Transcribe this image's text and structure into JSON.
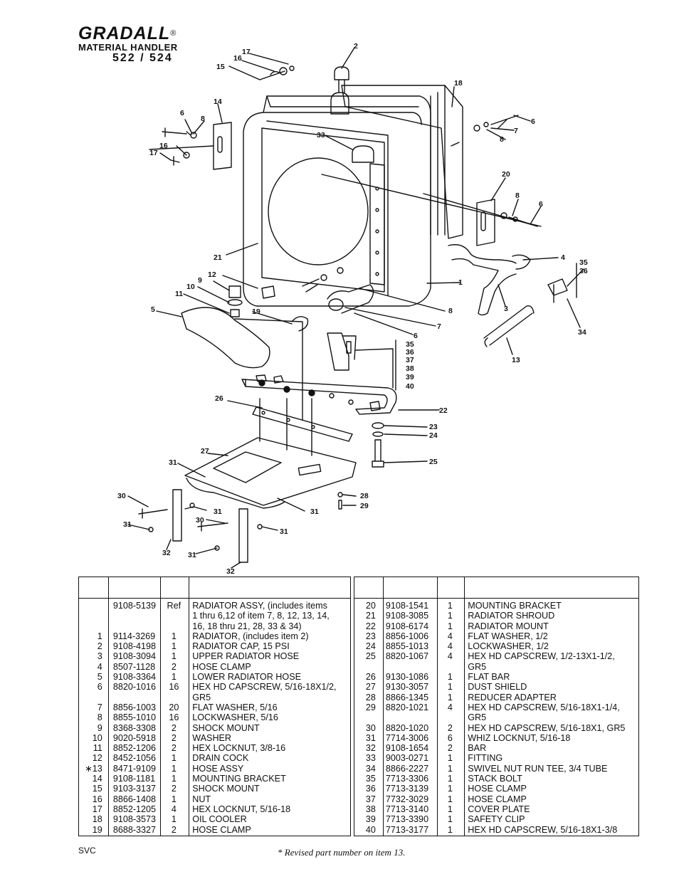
{
  "header": {
    "brand": "GRADALL",
    "registered": "®",
    "line1": "MATERIAL HANDLER",
    "line2": "522 / 524"
  },
  "callouts": [
    "1",
    "2",
    "3",
    "4",
    "5",
    "6",
    "7",
    "8",
    "9",
    "10",
    "11",
    "12",
    "13",
    "14",
    "15",
    "16",
    "17",
    "18",
    "19",
    "20",
    "21",
    "22",
    "23",
    "24",
    "25",
    "26",
    "27",
    "28",
    "29",
    "30",
    "31",
    "32",
    "33",
    "34",
    "35",
    "36",
    "37",
    "38",
    "39",
    "40"
  ],
  "parts_left": [
    {
      "item": "",
      "part": "9108-5139",
      "qty": "Ref",
      "desc": [
        "RADIATOR ASSY, (includes items",
        "1 thru 6,12 of item 7, 8, 12, 13, 14,",
        "16, 18 thru 21, 28, 33 & 34)"
      ]
    },
    {
      "item": "1",
      "part": "9114-3269",
      "qty": "1",
      "desc": [
        "RADIATOR, (includes item 2)"
      ]
    },
    {
      "item": "2",
      "part": "9108-4198",
      "qty": "1",
      "desc": [
        "RADIATOR CAP, 15 PSI"
      ]
    },
    {
      "item": "3",
      "part": "9108-3094",
      "qty": "1",
      "desc": [
        "UPPER RADIATOR HOSE"
      ]
    },
    {
      "item": "4",
      "part": "8507-1128",
      "qty": "2",
      "desc": [
        "HOSE CLAMP"
      ]
    },
    {
      "item": "5",
      "part": "9108-3364",
      "qty": "1",
      "desc": [
        "LOWER RADIATOR HOSE"
      ]
    },
    {
      "item": "6",
      "part": "8820-1016",
      "qty": "16",
      "desc": [
        "HEX HD CAPSCREW, 5/16-18X1/2,",
        "GR5"
      ]
    },
    {
      "item": "7",
      "part": "8856-1003",
      "qty": "20",
      "desc": [
        "FLAT WASHER, 5/16"
      ]
    },
    {
      "item": "8",
      "part": "8855-1010",
      "qty": "16",
      "desc": [
        "LOCKWASHER, 5/16"
      ]
    },
    {
      "item": "9",
      "part": "8368-3308",
      "qty": "2",
      "desc": [
        "SHOCK MOUNT"
      ]
    },
    {
      "item": "10",
      "part": "9020-5918",
      "qty": "2",
      "desc": [
        "WASHER"
      ]
    },
    {
      "item": "11",
      "part": "8852-1206",
      "qty": "2",
      "desc": [
        "HEX LOCKNUT, 3/8-16"
      ]
    },
    {
      "item": "12",
      "part": "8452-1056",
      "qty": "1",
      "desc": [
        "DRAIN COCK"
      ]
    },
    {
      "item": "∗13",
      "part": "8471-9109",
      "qty": "1",
      "desc": [
        "HOSE ASSY"
      ]
    },
    {
      "item": "14",
      "part": "9108-1181",
      "qty": "1",
      "desc": [
        "MOUNTING BRACKET"
      ]
    },
    {
      "item": "15",
      "part": "9103-3137",
      "qty": "2",
      "desc": [
        "SHOCK MOUNT"
      ]
    },
    {
      "item": "16",
      "part": "8866-1408",
      "qty": "1",
      "desc": [
        "NUT"
      ]
    },
    {
      "item": "17",
      "part": "8852-1205",
      "qty": "4",
      "desc": [
        "HEX LOCKNUT, 5/16-18"
      ]
    },
    {
      "item": "18",
      "part": "9108-3573",
      "qty": "1",
      "desc": [
        "OIL COOLER"
      ]
    },
    {
      "item": "19",
      "part": "8688-3327",
      "qty": "2",
      "desc": [
        "HOSE CLAMP"
      ]
    }
  ],
  "parts_right": [
    {
      "item": "20",
      "part": "9108-1541",
      "qty": "1",
      "desc": [
        "MOUNTING BRACKET"
      ]
    },
    {
      "item": "21",
      "part": "9108-3085",
      "qty": "1",
      "desc": [
        "RADIATOR SHROUD"
      ]
    },
    {
      "item": "22",
      "part": "9108-6174",
      "qty": "1",
      "desc": [
        "RADIATOR MOUNT"
      ]
    },
    {
      "item": "23",
      "part": "8856-1006",
      "qty": "4",
      "desc": [
        "FLAT WASHER, 1/2"
      ]
    },
    {
      "item": "24",
      "part": "8855-1013",
      "qty": "4",
      "desc": [
        "LOCKWASHER, 1/2"
      ]
    },
    {
      "item": "25",
      "part": "8820-1067",
      "qty": "4",
      "desc": [
        "HEX HD CAPSCREW, 1/2-13X1-1/2,",
        "GR5"
      ]
    },
    {
      "item": "26",
      "part": "9130-1086",
      "qty": "1",
      "desc": [
        "FLAT BAR"
      ]
    },
    {
      "item": "27",
      "part": "9130-3057",
      "qty": "1",
      "desc": [
        "DUST SHIELD"
      ]
    },
    {
      "item": "28",
      "part": "8866-1345",
      "qty": "1",
      "desc": [
        "REDUCER ADAPTER"
      ]
    },
    {
      "item": "29",
      "part": "8820-1021",
      "qty": "4",
      "desc": [
        "HEX HD CAPSCREW, 5/16-18X1-1/4,",
        "GR5"
      ]
    },
    {
      "item": "30",
      "part": "8820-1020",
      "qty": "2",
      "desc": [
        "HEX HD CAPSCREW, 5/16-18X1, GR5"
      ]
    },
    {
      "item": "31",
      "part": "7714-3006",
      "qty": "6",
      "desc": [
        "WHIZ LOCKNUT, 5/16-18"
      ]
    },
    {
      "item": "32",
      "part": "9108-1654",
      "qty": "2",
      "desc": [
        "BAR"
      ]
    },
    {
      "item": "33",
      "part": "9003-0271",
      "qty": "1",
      "desc": [
        "FITTING"
      ]
    },
    {
      "item": "34",
      "part": "8866-2227",
      "qty": "1",
      "desc": [
        "SWIVEL NUT RUN TEE, 3/4 TUBE"
      ]
    },
    {
      "item": "35",
      "part": "7713-3306",
      "qty": "1",
      "desc": [
        "STACK BOLT"
      ]
    },
    {
      "item": "36",
      "part": "7713-3139",
      "qty": "1",
      "desc": [
        "HOSE CLAMP"
      ]
    },
    {
      "item": "37",
      "part": "7732-3029",
      "qty": "1",
      "desc": [
        "HOSE CLAMP"
      ]
    },
    {
      "item": "38",
      "part": "7713-3140",
      "qty": "1",
      "desc": [
        "COVER PLATE"
      ]
    },
    {
      "item": "39",
      "part": "7713-3390",
      "qty": "1",
      "desc": [
        "SAFETY CLIP"
      ]
    },
    {
      "item": "40",
      "part": "7713-3177",
      "qty": "1",
      "desc": [
        "HEX HD CAPSCREW, 5/16-18X1-3/8"
      ]
    }
  ],
  "footer": {
    "code": "SVC",
    "note": "* Revised part number on item 13."
  }
}
